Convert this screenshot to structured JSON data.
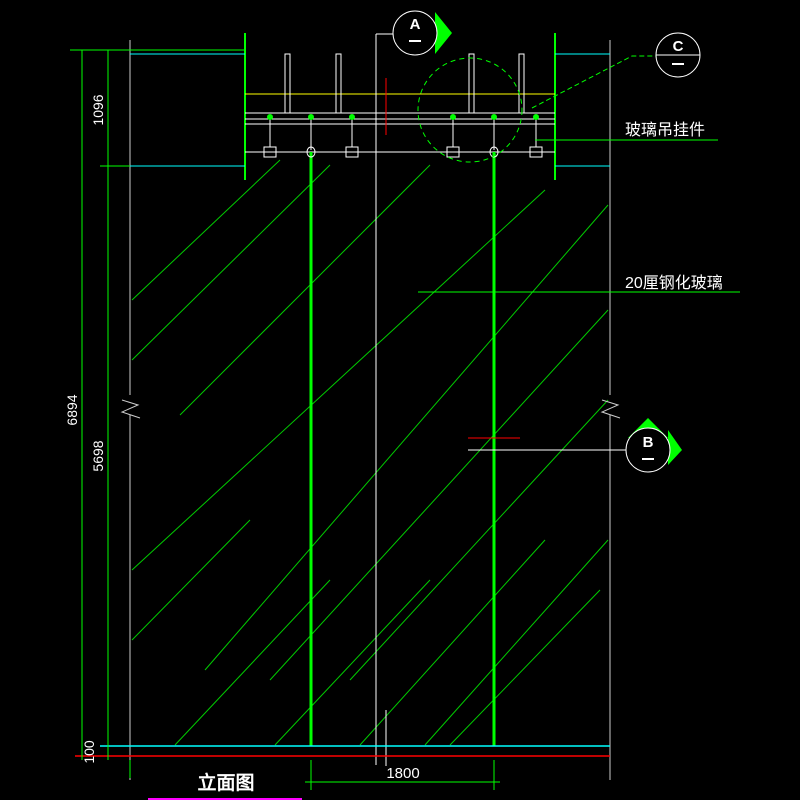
{
  "title": "立面图",
  "dimensions": {
    "total": "6894",
    "top": "1096",
    "middle": "5698",
    "bottom": "100",
    "width": "1800"
  },
  "labels": {
    "hanger": "玻璃吊挂件",
    "glass": "20厘钢化玻璃"
  },
  "callouts": {
    "a": "A",
    "b": "B",
    "c": "C",
    "sub": "—"
  },
  "colors": {
    "background": "#000000",
    "green": "#00ff00",
    "cyan": "#00ffff",
    "red": "#ff0000",
    "yellow": "#ffff00",
    "magenta": "#ff00ff"
  }
}
